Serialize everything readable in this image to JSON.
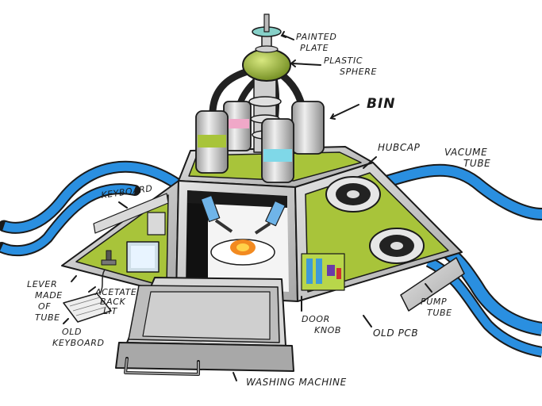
{
  "labels": {
    "painted_plate": [
      "PAINTED",
      "PLATE"
    ],
    "plastic_sphere": [
      "PLASTIC",
      "SPHERE"
    ],
    "bin": "BIN",
    "hubcap": "HUBCAP",
    "vacume_tube": [
      "VACUME",
      "TUBE"
    ],
    "keyboard_top": [
      "KEYBOARD"
    ],
    "lever": [
      "LEVER",
      "MADE",
      "OF",
      "TUBE"
    ],
    "acetate": [
      "ACETATE",
      "BACK",
      "LIT"
    ],
    "old_keyboard": [
      "OLD",
      "KEYBOARD"
    ],
    "door_knob": [
      "DOOR",
      "KNOB"
    ],
    "old_pcb": "OLD PCB",
    "pump_tube": [
      "PUMP",
      "TUBE"
    ],
    "washing_machine": "WASHING MACHINE"
  },
  "colors": {
    "panel_green": "#a8c43a",
    "metal": "#c9c9c9",
    "metal_dark": "#8f8f8f",
    "tube_blue": "#2a8fe0",
    "tube_dark": "#333333",
    "bin_tint_pink": "#f0a8c8",
    "bin_tint_cyan": "#7fd8e8",
    "flame": "#f28a20"
  }
}
